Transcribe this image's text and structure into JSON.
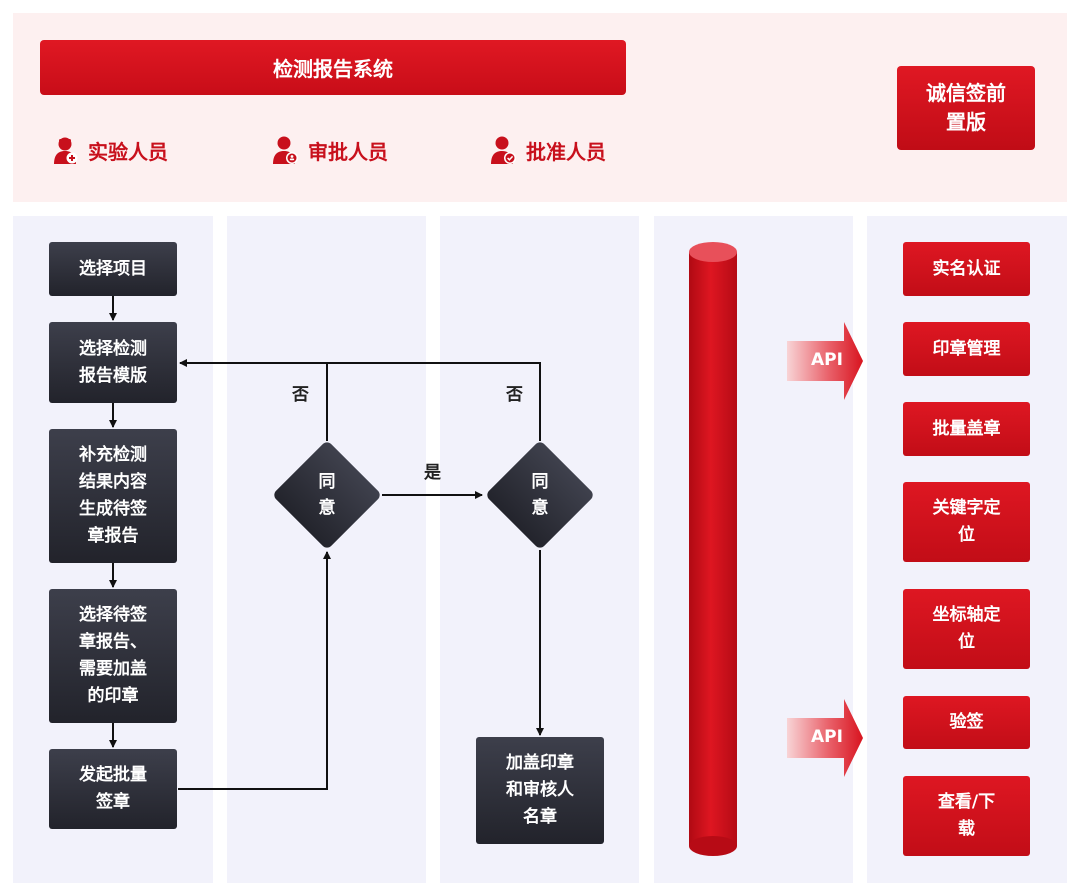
{
  "header": {
    "title": "检测报告系统",
    "roles": [
      {
        "icon": "lab-staff-icon",
        "label": "实验人员"
      },
      {
        "icon": "approver-icon",
        "label": "审批人员"
      },
      {
        "icon": "authorizer-icon",
        "label": "批准人员"
      }
    ],
    "credit_box": {
      "line1": "诚信签前",
      "line2": "置版"
    }
  },
  "flow": {
    "steps": [
      {
        "lines": [
          "选择项目"
        ]
      },
      {
        "lines": [
          "选择检测",
          "报告模版"
        ]
      },
      {
        "lines": [
          "补充检测",
          "结果内容",
          "生成待签",
          "章报告"
        ]
      },
      {
        "lines": [
          "选择待签",
          "章报告、",
          "需要加盖",
          "的印章"
        ]
      },
      {
        "lines": [
          "发起批量",
          "签章"
        ]
      }
    ],
    "decision1": {
      "lines": [
        "同",
        "意"
      ]
    },
    "decision2": {
      "lines": [
        "同",
        "意"
      ]
    },
    "label_yes": "是",
    "label_no_1": "否",
    "label_no_2": "否",
    "final_step": {
      "lines": [
        "加盖印章",
        "和审核人",
        "名章"
      ]
    }
  },
  "api_labels": [
    "API",
    "API"
  ],
  "services": [
    {
      "lines": [
        "实名认证"
      ]
    },
    {
      "lines": [
        "印章管理"
      ]
    },
    {
      "lines": [
        "批量盖章"
      ]
    },
    {
      "lines": [
        "关键字定",
        "位"
      ]
    },
    {
      "lines": [
        "坐标轴定",
        "位"
      ]
    },
    {
      "lines": [
        "验签"
      ]
    },
    {
      "lines": [
        "查看/下",
        "载"
      ]
    }
  ],
  "colors": {
    "brand_red": "#d0101b",
    "dark_box": "#2d2e37",
    "panel_pink": "#fdf0f0",
    "column_bg": "#f2f2fb"
  }
}
